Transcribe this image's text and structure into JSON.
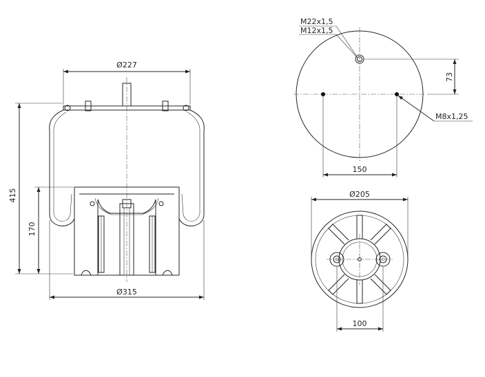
{
  "dimensions": {
    "top_diameter": "Ø227",
    "overall_height": "415",
    "piston_height": "170",
    "bellow_diameter": "Ø315",
    "thread_primary": "M22x1,5",
    "thread_secondary": "M12x1,5",
    "offset_vertical": "73",
    "side_thread": "M8x1,25",
    "top_spacing": "150",
    "bottom_diameter": "Ø205",
    "bottom_spacing": "100"
  },
  "colors": {
    "line": "#222222",
    "hatch": "#555555"
  }
}
